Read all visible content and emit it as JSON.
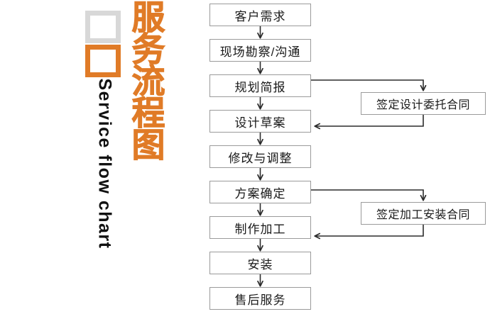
{
  "brand": {
    "title_cn_chars": [
      "服",
      "务",
      "流",
      "程",
      "图"
    ],
    "title_cn": "服务流程图",
    "title_en": "Service flow chart",
    "square_top_color": "#d8d8d8",
    "square_bottom_color": "#e07b27",
    "accent_color": "#e07b27"
  },
  "chart_data": {
    "type": "diagram",
    "title": "服务流程图",
    "subtitle": "Service flow chart",
    "orientation": "vertical",
    "node_border_color": "#9a9a9a",
    "connector_color": "#2b2b2b",
    "main_nodes": [
      {
        "id": "n1",
        "label": "客户需求"
      },
      {
        "id": "n2",
        "label": "现场勘察/沟通"
      },
      {
        "id": "n3",
        "label": "规划简报"
      },
      {
        "id": "n4",
        "label": "设计草案"
      },
      {
        "id": "n5",
        "label": "修改与调整"
      },
      {
        "id": "n6",
        "label": "方案确定"
      },
      {
        "id": "n7",
        "label": "制作加工"
      },
      {
        "id": "n8",
        "label": "安装"
      },
      {
        "id": "n9",
        "label": "售后服务"
      }
    ],
    "side_nodes": [
      {
        "id": "s1",
        "label": "签定设计委托合同"
      },
      {
        "id": "s2",
        "label": "签定加工安装合同"
      }
    ],
    "edges": [
      {
        "from": "n1",
        "to": "n2",
        "kind": "straight-down"
      },
      {
        "from": "n2",
        "to": "n3",
        "kind": "straight-down"
      },
      {
        "from": "n3",
        "to": "n4",
        "kind": "straight-down"
      },
      {
        "from": "n4",
        "to": "n5",
        "kind": "straight-down"
      },
      {
        "from": "n5",
        "to": "n6",
        "kind": "straight-down"
      },
      {
        "from": "n6",
        "to": "n7",
        "kind": "straight-down"
      },
      {
        "from": "n7",
        "to": "n8",
        "kind": "straight-down"
      },
      {
        "from": "n8",
        "to": "n9",
        "kind": "straight-down"
      },
      {
        "from": "n3",
        "to": "s1",
        "kind": "elbow-right-down"
      },
      {
        "from": "s1",
        "to": "n4",
        "kind": "elbow-down-left"
      },
      {
        "from": "n6",
        "to": "s2",
        "kind": "elbow-right-down"
      },
      {
        "from": "s2",
        "to": "n7",
        "kind": "elbow-down-left"
      }
    ]
  }
}
